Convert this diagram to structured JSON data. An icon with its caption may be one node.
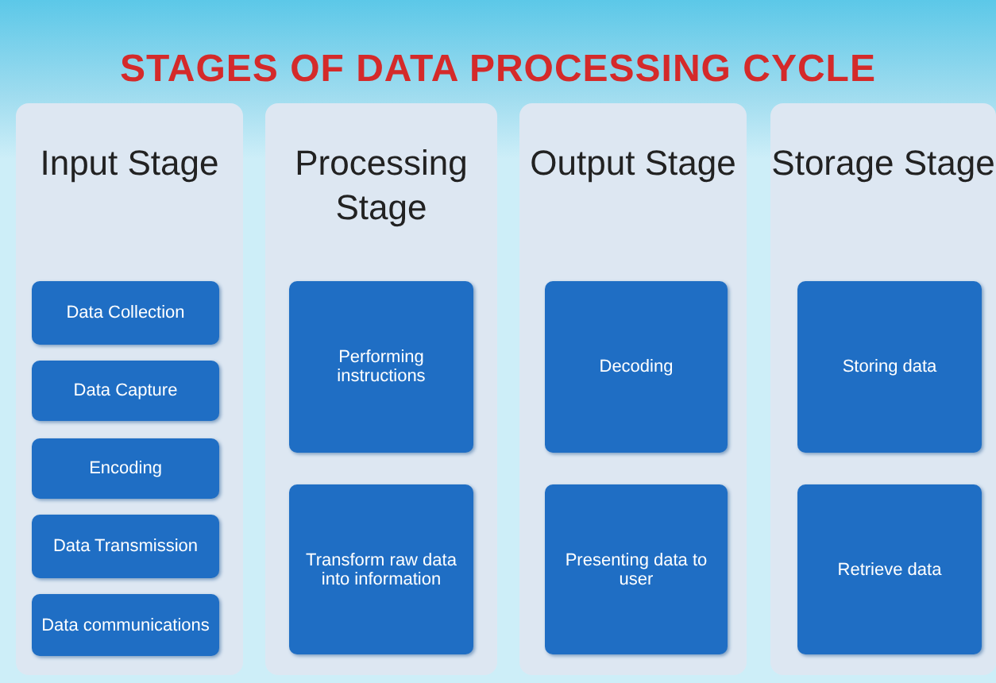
{
  "diagram": {
    "title": "STAGES OF DATA PROCESSING CYCLE",
    "nodes": [
      {
        "text": [
          "Input Stage"
        ]
      },
      {
        "text": [
          "Data Collection"
        ],
        "in": 0
      },
      {
        "text": [
          "Data Capture"
        ],
        "in": 0
      },
      {
        "text": [
          "Encoding"
        ],
        "in": 0
      },
      {
        "text": [
          "Data Transmission"
        ],
        "in": 0
      },
      {
        "text": [
          "Data communications"
        ],
        "in": 0
      },
      {
        "text": [
          "Processing Stage"
        ]
      },
      {
        "text": [
          "Performing instructions"
        ],
        "in": 6
      },
      {
        "text": [
          "Transform raw data into information"
        ],
        "in": 6
      },
      {
        "text": [
          "Output Stage"
        ]
      },
      {
        "text": [
          "Decoding"
        ],
        "in": 9
      },
      {
        "text": [
          "Presenting data to user"
        ],
        "in": 9
      },
      {
        "text": [
          "Storage Stage"
        ]
      },
      {
        "text": [
          "Storing data"
        ],
        "in": 12
      },
      {
        "text": [
          "Retrieve data"
        ],
        "in": 12
      }
    ],
    "edges": []
  }
}
